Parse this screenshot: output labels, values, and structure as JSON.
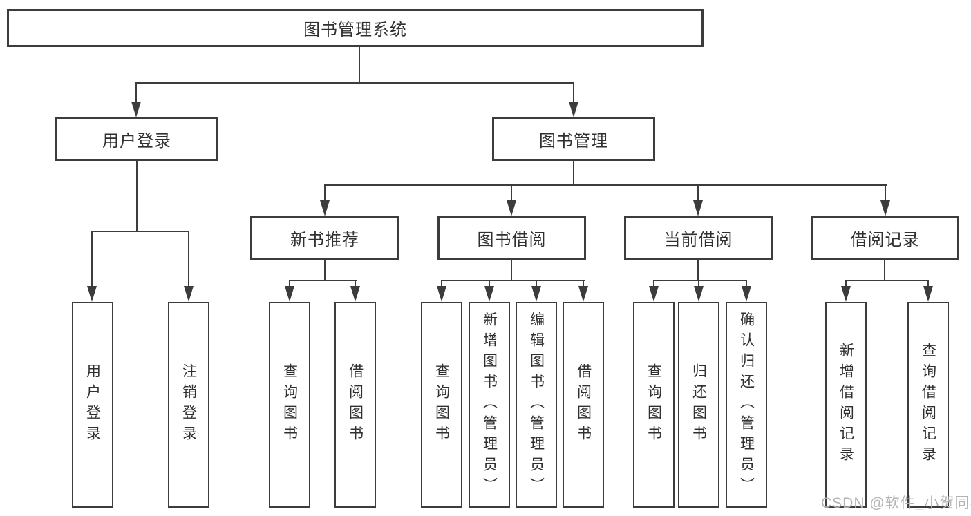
{
  "colors": {
    "line": "#3c3c3c",
    "text": "#303030",
    "box-border": "#3c3c3c",
    "watermark": "#b3b3b3",
    "background": "#ffffff"
  },
  "tree": {
    "root": {
      "label": "图书管理系统"
    },
    "branches": [
      {
        "label": "用户登录",
        "children": [
          {
            "label": "用户登录"
          },
          {
            "label": "注销登录"
          }
        ]
      },
      {
        "label": "图书管理",
        "children": [
          {
            "label": "新书推荐",
            "children": [
              {
                "label": "查询图书"
              },
              {
                "label": "借阅图书"
              }
            ]
          },
          {
            "label": "图书借阅",
            "children": [
              {
                "label": "查询图书"
              },
              {
                "label": "新增图书（管理员）"
              },
              {
                "label": "编辑图书（管理员）"
              },
              {
                "label": "借阅图书"
              }
            ]
          },
          {
            "label": "当前借阅",
            "children": [
              {
                "label": "查询图书"
              },
              {
                "label": "归还图书"
              },
              {
                "label": "确认归还（管理员）"
              }
            ]
          },
          {
            "label": "借阅记录",
            "children": [
              {
                "label": "新增借阅记录"
              },
              {
                "label": "查询借阅记录"
              }
            ]
          }
        ]
      }
    ]
  },
  "watermark": {
    "text": "CSDN @软件_小贺同学"
  }
}
